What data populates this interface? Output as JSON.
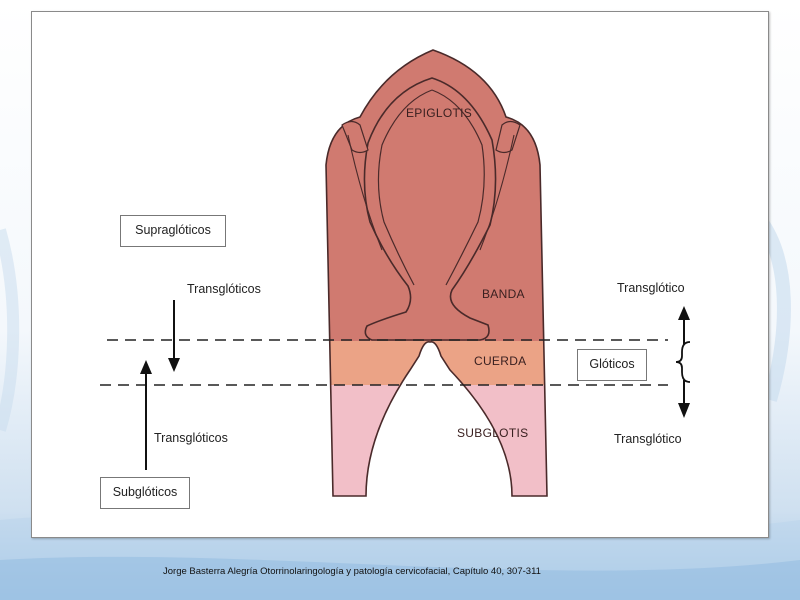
{
  "figure": {
    "regions": {
      "epiglottis": "EPIGLOTIS",
      "band": "BANDA",
      "cord": "CUERDA",
      "subglottis": "SUBGLOTIS"
    },
    "boxes": {
      "supraglottic": "Supraglóticos",
      "glottic": "Glóticos",
      "subglottic": "Subglóticos"
    },
    "arrow_labels": {
      "transglottic_down": "Transglóticos",
      "transglottic_up": "Transglóticos",
      "transglottic_right_top": "Transglótico",
      "transglottic_right_bottom": "Transglótico"
    },
    "colors": {
      "upper_tissue": "#d07a70",
      "cord_tissue": "#eba386",
      "subglottic_tissue": "#f2bfc8",
      "outline": "#4a2a2a"
    }
  },
  "caption": "Jorge Basterra Alegría Otorrinolaringología y patología cervicofacial, Capítulo 40, 307-311"
}
